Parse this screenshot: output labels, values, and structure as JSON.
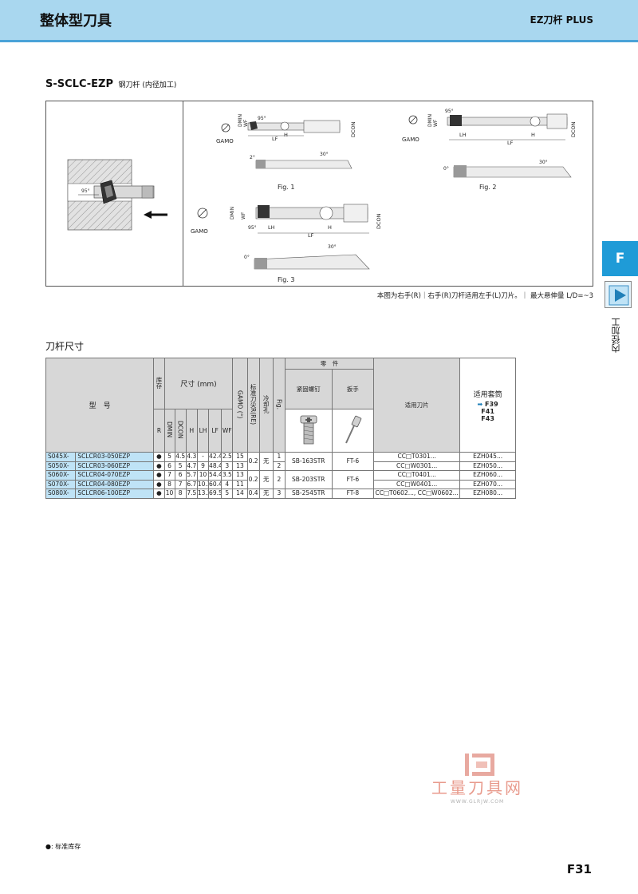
{
  "header": {
    "title": "整体型刀具",
    "right": "EZ刀杆 PLUS"
  },
  "product": {
    "code": "S-SCLC-EZP",
    "subtitle": "钢刀杆 (内径加工)"
  },
  "diagram": {
    "labels": {
      "gamo": "GAMO",
      "dmin": "DMIN",
      "wf": "WF",
      "lh": "LH",
      "lf": "LF",
      "h": "H",
      "dcon": "DCON",
      "angle95": "95°",
      "angle30": "30°",
      "angle2": "2°",
      "angle0": "0°"
    },
    "fig1": "Fig. 1",
    "fig2": "Fig. 2",
    "fig3": "Fig. 3",
    "note": "本图为右手(R)｜右手(R)刀杆适用左手(L)刀片。｜ 最大悬伸量 L/D=~3"
  },
  "side": {
    "tab": "F",
    "label": "内径加工"
  },
  "section_title": "刀杆尺寸",
  "table": {
    "h_model": "型　号",
    "h_stock": "库存",
    "h_dims": "尺寸 (mm)",
    "h_gamo": "GAMO (°)",
    "h_re": "标准刀尖R(RE)",
    "h_coolant": "冷却孔",
    "h_fig": "Fig.",
    "h_parts": "零　件",
    "h_screw": "紧固螺钉",
    "h_wrench": "扳手",
    "h_insert": "适用刀片",
    "h_sleeve": "适用套筒",
    "sleeve_refs": [
      "F39",
      "F41",
      "F43"
    ],
    "sub_r": "R",
    "sub_dmin": "DMIN",
    "sub_dcon": "DCON",
    "sub_h": "H",
    "sub_lh": "LH",
    "sub_lf": "LF",
    "sub_wf": "WF",
    "rows": [
      {
        "prefix": "S045X-",
        "model": "SCLCR03-050EZP",
        "stock": "●",
        "dmin": "5",
        "dcon": "4.5",
        "h": "4.3",
        "lh": "-",
        "lf": "42.4",
        "wf": "2.5",
        "gamo": "15",
        "fig": "1",
        "sleeve": "EZH045..."
      },
      {
        "prefix": "S050X-",
        "model": "SCLCR03-060EZP",
        "stock": "●",
        "dmin": "6",
        "dcon": "5",
        "h": "4.7",
        "lh": "9",
        "lf": "48.4",
        "wf": "3",
        "gamo": "13",
        "fig": "2",
        "sleeve": "EZH050..."
      },
      {
        "prefix": "S060X-",
        "model": "SCLCR04-070EZP",
        "stock": "●",
        "dmin": "7",
        "dcon": "6",
        "h": "5.7",
        "lh": "10",
        "lf": "54.4",
        "wf": "3.5",
        "gamo": "13",
        "fig": "",
        "sleeve": "EZH060..."
      },
      {
        "prefix": "S070X-",
        "model": "SCLCR04-080EZP",
        "stock": "●",
        "dmin": "8",
        "dcon": "7",
        "h": "6.7",
        "lh": "10.3",
        "lf": "60.4",
        "wf": "4",
        "gamo": "11",
        "fig": "",
        "sleeve": "EZH070..."
      },
      {
        "prefix": "S080X-",
        "model": "SCLCR06-100EZP",
        "stock": "●",
        "dmin": "10",
        "dcon": "8",
        "h": "7.5",
        "lh": "13.3",
        "lf": "69.5",
        "wf": "5",
        "gamo": "14",
        "re": "0.4",
        "coolant": "无",
        "fig": "3",
        "screw": "SB-2545TR",
        "wrench": "FT-8",
        "insert": "CC□T0602..., CC□W0602...",
        "sleeve": "EZH080..."
      }
    ],
    "group1": {
      "re": "0.2",
      "coolant": "无",
      "screw": "SB-163STR",
      "wrench": "FT-6",
      "insert_a": "CC□T0301...",
      "insert_b": "CC□W0301..."
    },
    "group2": {
      "re": "0.2",
      "coolant": "无",
      "fig": "2",
      "screw": "SB-203STR",
      "wrench": "FT-6",
      "insert_a": "CC□T0401...",
      "insert_b": "CC□W0401..."
    }
  },
  "footnote": "●: 标准库存",
  "watermark": {
    "name": "工量刀具网",
    "url": "WWW.GLRJW.COM"
  },
  "page_number": "F31"
}
